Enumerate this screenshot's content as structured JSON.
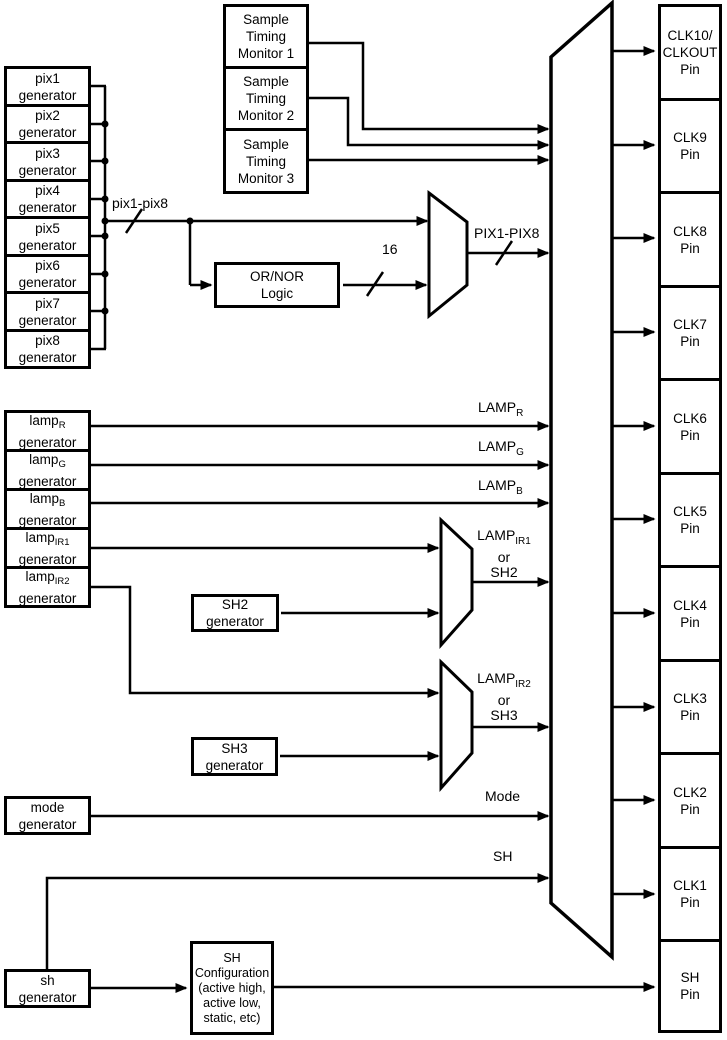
{
  "diagram": {
    "colors": {
      "line": "#000000",
      "background": "#ffffff"
    },
    "pix_generators": [
      {
        "l1": "pix1",
        "l2": "generator"
      },
      {
        "l1": "pix2",
        "l2": "generator"
      },
      {
        "l1": "pix3",
        "l2": "generator"
      },
      {
        "l1": "pix4",
        "l2": "generator"
      },
      {
        "l1": "pix5",
        "l2": "generator"
      },
      {
        "l1": "pix6",
        "l2": "generator"
      },
      {
        "l1": "pix7",
        "l2": "generator"
      },
      {
        "l1": "pix8",
        "l2": "generator"
      }
    ],
    "pix_bus_label": "pix1-pix8",
    "monitors": [
      {
        "l1": "Sample",
        "l2": "Timing",
        "l3": "Monitor 1"
      },
      {
        "l1": "Sample",
        "l2": "Timing",
        "l3": "Monitor 2"
      },
      {
        "l1": "Sample",
        "l2": "Timing",
        "l3": "Monitor 3"
      }
    ],
    "or_nor_logic": {
      "l1": "OR/NOR",
      "l2": "Logic"
    },
    "bus16_label": "16",
    "pix_mux_output_label": "PIX1-PIX8",
    "lamp_generators": [
      {
        "main": "lamp",
        "sub": "R",
        "l2": "generator"
      },
      {
        "main": "lamp",
        "sub": "G",
        "l2": "generator"
      },
      {
        "main": "lamp",
        "sub": "B",
        "l2": "generator"
      },
      {
        "main": "lamp",
        "sub": "IR1",
        "l2": "generator"
      },
      {
        "main": "lamp",
        "sub": "IR2",
        "l2": "generator"
      }
    ],
    "lamp_signal_labels": [
      {
        "main": "LAMP",
        "sub": "R"
      },
      {
        "main": "LAMP",
        "sub": "G"
      },
      {
        "main": "LAMP",
        "sub": "B"
      }
    ],
    "ir1_mux_label": {
      "main": "LAMP",
      "sub": "IR1",
      "mid": "or",
      "alt": "SH2"
    },
    "ir2_mux_label": {
      "main": "LAMP",
      "sub": "IR2",
      "mid": "or",
      "alt": "SH3"
    },
    "sh2_generator": {
      "l1": "SH2",
      "l2": "generator"
    },
    "sh3_generator": {
      "l1": "SH3",
      "l2": "generator"
    },
    "mode_generator": {
      "l1": "mode",
      "l2": "generator"
    },
    "sh_generator": {
      "l1": "sh",
      "l2": "generator"
    },
    "mode_signal_label": "Mode",
    "sh_signal_label": "SH",
    "sh_configuration": {
      "l1": "SH",
      "l2": "Configuration",
      "l3": "(active high,",
      "l4": "active low,",
      "l5": "static, etc)"
    },
    "pins": [
      {
        "l1": "CLK10/",
        "l2": "CLKOUT",
        "l3": "Pin"
      },
      {
        "l1": "CLK9",
        "l2": "Pin"
      },
      {
        "l1": "CLK8",
        "l2": "Pin"
      },
      {
        "l1": "CLK7",
        "l2": "Pin"
      },
      {
        "l1": "CLK6",
        "l2": "Pin"
      },
      {
        "l1": "CLK5",
        "l2": "Pin"
      },
      {
        "l1": "CLK4",
        "l2": "Pin"
      },
      {
        "l1": "CLK3",
        "l2": "Pin"
      },
      {
        "l1": "CLK2",
        "l2": "Pin"
      },
      {
        "l1": "CLK1",
        "l2": "Pin"
      },
      {
        "l1": "SH",
        "l2": "Pin"
      }
    ]
  }
}
